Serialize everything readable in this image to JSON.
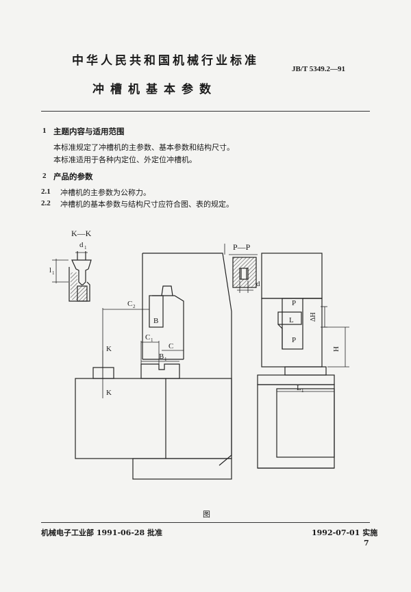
{
  "header": {
    "standard_title": "中华人民共和国机械行业标准",
    "standard_code": "JB/T 5349.2—91",
    "doc_title": "冲槽机基本参数"
  },
  "sections": [
    {
      "num": "1",
      "heading": "主题内容与适用范围",
      "paragraphs": [
        "本标准规定了冲槽机的主参数、基本参数和结构尺寸。",
        "本标准适用于各种内定位、外定位冲槽机。"
      ]
    },
    {
      "num": "2",
      "heading": "产品的参数",
      "clauses": [
        {
          "num": "2.1",
          "text": "冲槽机的主参数为公称力。"
        },
        {
          "num": "2.2",
          "text": "冲槽机的基本参数与结构尺寸应符合图、表的规定。"
        }
      ]
    }
  ],
  "figure": {
    "labels": {
      "kk": "K—K",
      "pp": "P—P",
      "d1": "d",
      "d1_sub": "1",
      "l1": "l",
      "l1_sub": "1",
      "c2": "C",
      "c2_sub": "2",
      "c1": "C",
      "c1_sub": "1",
      "c": "C",
      "b": "B",
      "b1": "B",
      "b1_sub": "1",
      "k_top": "K",
      "k_bottom": "K",
      "p_top": "P",
      "p_bottom": "P",
      "l": "L",
      "l_big": "L",
      "l_big_sub": "1",
      "d": "d",
      "dh": "ΔH",
      "h": "H"
    },
    "caption": "图"
  },
  "footer": {
    "approval": "机械电子工业部 1991-06-28 批准",
    "implementation": "1992-07-01 实施",
    "page_number": "7"
  }
}
